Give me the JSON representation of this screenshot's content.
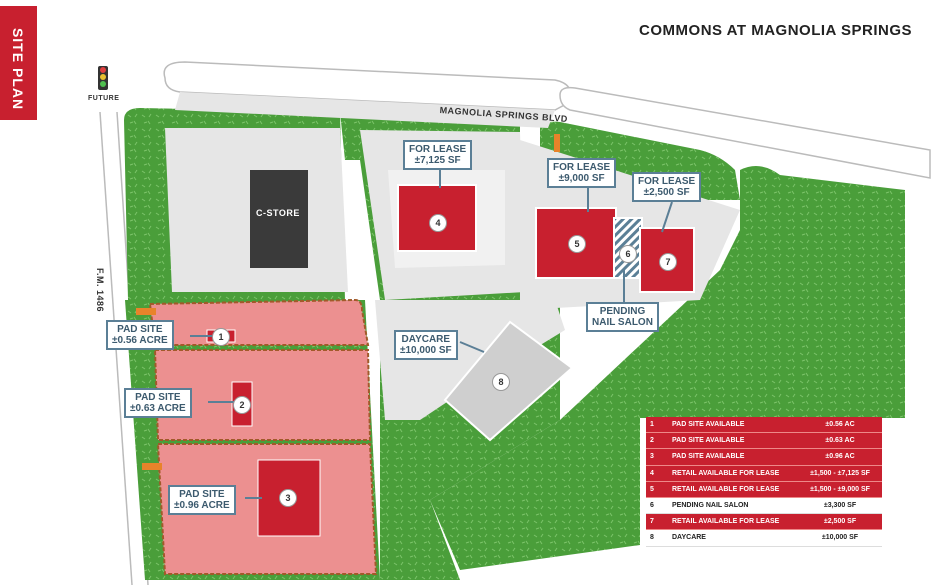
{
  "tab": {
    "label": "SITE PLAN"
  },
  "title": "COMMONS AT MAGNOLIA SPRINGS",
  "signal": {
    "label": "FUTURE"
  },
  "roads": {
    "boulevard": "MAGNOLIA SPRINGS BLVD",
    "highway": "F.M. 1486"
  },
  "buildings": {
    "cstore": "C-STORE"
  },
  "callouts": {
    "c4": [
      "FOR LEASE",
      "±7,125 SF"
    ],
    "c5": [
      "FOR LEASE",
      "±9,000 SF"
    ],
    "c7": [
      "FOR LEASE",
      "±2,500 SF"
    ],
    "c6": [
      "PENDING",
      "NAIL SALON"
    ],
    "c8": [
      "DAYCARE",
      "±10,000 SF"
    ],
    "c1": [
      "PAD SITE",
      "±0.56 ACRE"
    ],
    "c2": [
      "PAD SITE",
      "±0.63 ACRE"
    ],
    "c3": [
      "PAD SITE",
      "±0.96 ACRE"
    ]
  },
  "markers": [
    "1",
    "2",
    "3",
    "4",
    "5",
    "6",
    "7",
    "8"
  ],
  "legend": [
    {
      "num": "1",
      "label": "PAD SITE AVAILABLE",
      "size": "±0.56 AC",
      "style": "red"
    },
    {
      "num": "2",
      "label": "PAD SITE AVAILABLE",
      "size": "±0.63 AC",
      "style": "red"
    },
    {
      "num": "3",
      "label": "PAD SITE AVAILABLE",
      "size": "±0.96 AC",
      "style": "red"
    },
    {
      "num": "4",
      "label": "RETAIL AVAILABLE FOR LEASE",
      "size": "±1,500 - ±7,125 SF",
      "style": "red"
    },
    {
      "num": "5",
      "label": "RETAIL AVAILABLE FOR LEASE",
      "size": "±1,500 - ±9,000 SF",
      "style": "red"
    },
    {
      "num": "6",
      "label": "PENDING NAIL SALON",
      "size": "±3,300 SF",
      "style": "white"
    },
    {
      "num": "7",
      "label": "RETAIL AVAILABLE FOR LEASE",
      "size": "±2,500 SF",
      "style": "red"
    },
    {
      "num": "8",
      "label": "DAYCARE",
      "size": "±10,000 SF",
      "style": "white"
    }
  ],
  "colors": {
    "red": "#c8202f",
    "green": "#4a9e3a",
    "callout_border": "#5b7f96",
    "paving": "#e6e6e6"
  }
}
